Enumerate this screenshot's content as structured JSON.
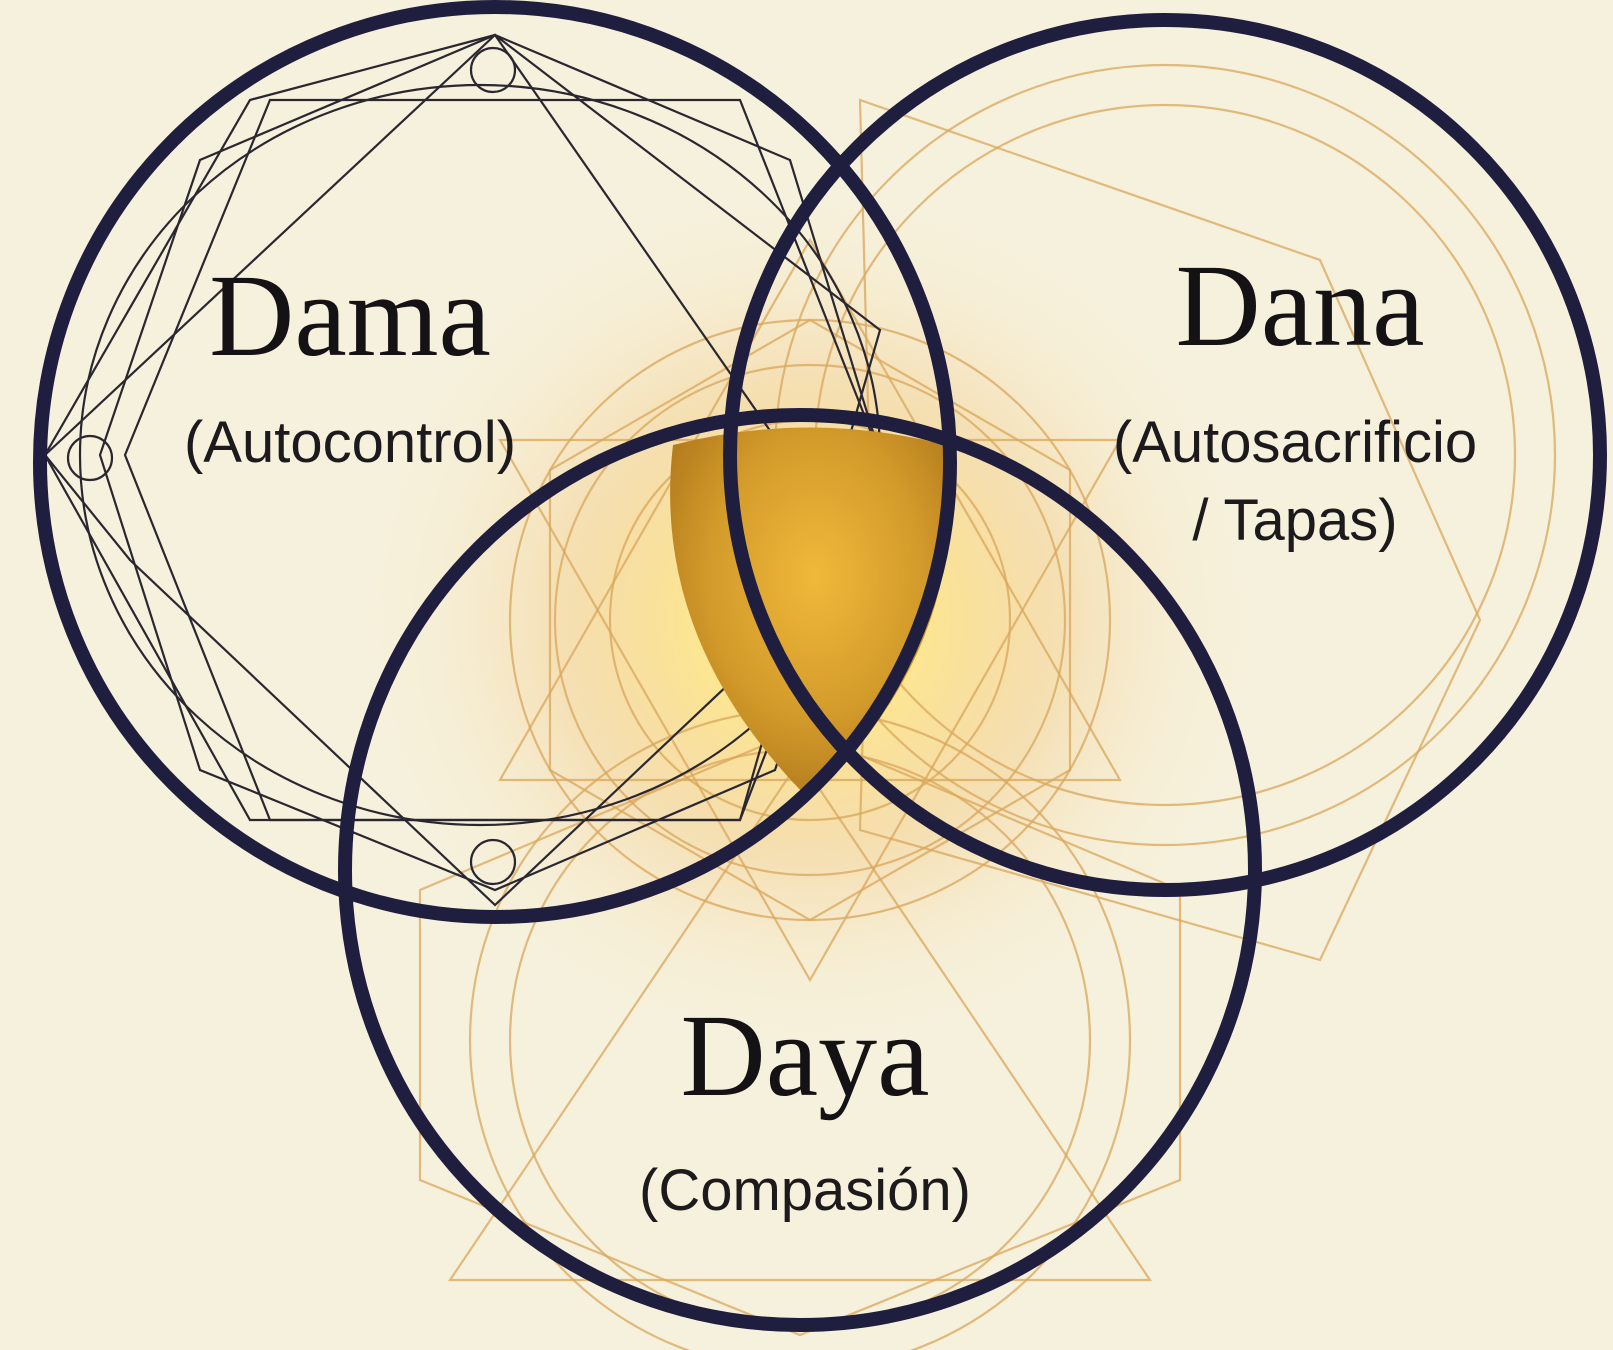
{
  "circles": [
    {
      "id": "dama",
      "title": "Dama",
      "subtitle": "(Autocontrol)"
    },
    {
      "id": "dana",
      "title": "Dana",
      "subtitle_line1": "(Autosacrificio",
      "subtitle_line2": "/ Tapas)"
    },
    {
      "id": "daya",
      "title": "Daya",
      "subtitle": "(Compasión)"
    }
  ],
  "colors": {
    "background": "#f6f1dc",
    "outline": "#1f1e3f",
    "gold": "#d9a55a",
    "center_fill": "#c98d20"
  }
}
